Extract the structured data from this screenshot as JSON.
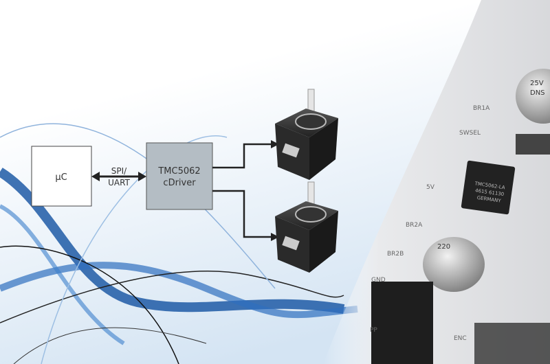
{
  "diagram": {
    "microcontroller": {
      "label": "µC"
    },
    "interface": {
      "line1": "SPI/",
      "line2": "UART"
    },
    "driver": {
      "line1": "TMC5062",
      "line2": "cDriver"
    },
    "motors": [
      "stepper-motor-1",
      "stepper-motor-2"
    ],
    "colors": {
      "driver_fill": "#b4bdc4",
      "uc_fill": "#ffffff",
      "wave_blue": "#1f5aa6",
      "line": "#222222"
    }
  },
  "board_photo": {
    "chip_marking": [
      "TMC5062-LA",
      "4615 61130",
      "GERMANY"
    ],
    "silkscreen": [
      "SWSEL",
      "BR1A",
      "5V",
      "BR2A",
      "BR2B",
      "GND",
      "ENC",
      "PP",
      "220",
      "25V",
      "DNS"
    ]
  }
}
